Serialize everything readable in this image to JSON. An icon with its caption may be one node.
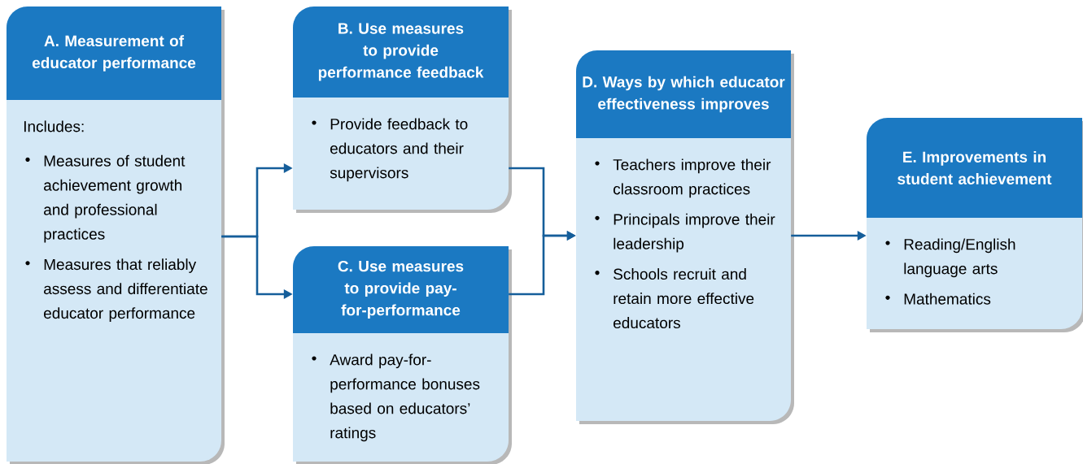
{
  "diagram": {
    "nodes": [
      {
        "text": [
          "A. Measurement of educator performance",
          "Includes:",
          "Measures of student achievement growth and professional practices",
          "Measures that reliably assess and differentiate educator performance"
        ]
      },
      {
        "text": [
          "B. Use measures to provide performance feedback",
          "Provide feedback to educators and their supervisors"
        ]
      },
      {
        "text": [
          "C. Use measures to provide pay-for-performance",
          "Award pay-for-performance bonuses based on educators’ ratings"
        ]
      },
      {
        "text": [
          "D. Ways by which educator effectiveness improves",
          "Teachers improve their classroom practices",
          "Principals improve their leadership",
          "Schools recruit and retain more effective educators"
        ]
      },
      {
        "text": [
          "E. Improvements in student achievement",
          "Reading/English language arts",
          "Mathematics"
        ]
      }
    ],
    "edges": [
      {
        "from": 0,
        "to": 1,
        "arrow": "to"
      },
      {
        "from": 0,
        "to": 2,
        "arrow": "to"
      },
      {
        "from": 1,
        "to": 3,
        "arrow": "to"
      },
      {
        "from": 2,
        "to": 3,
        "arrow": "to"
      },
      {
        "from": 3,
        "to": 4,
        "arrow": "to"
      }
    ]
  }
}
